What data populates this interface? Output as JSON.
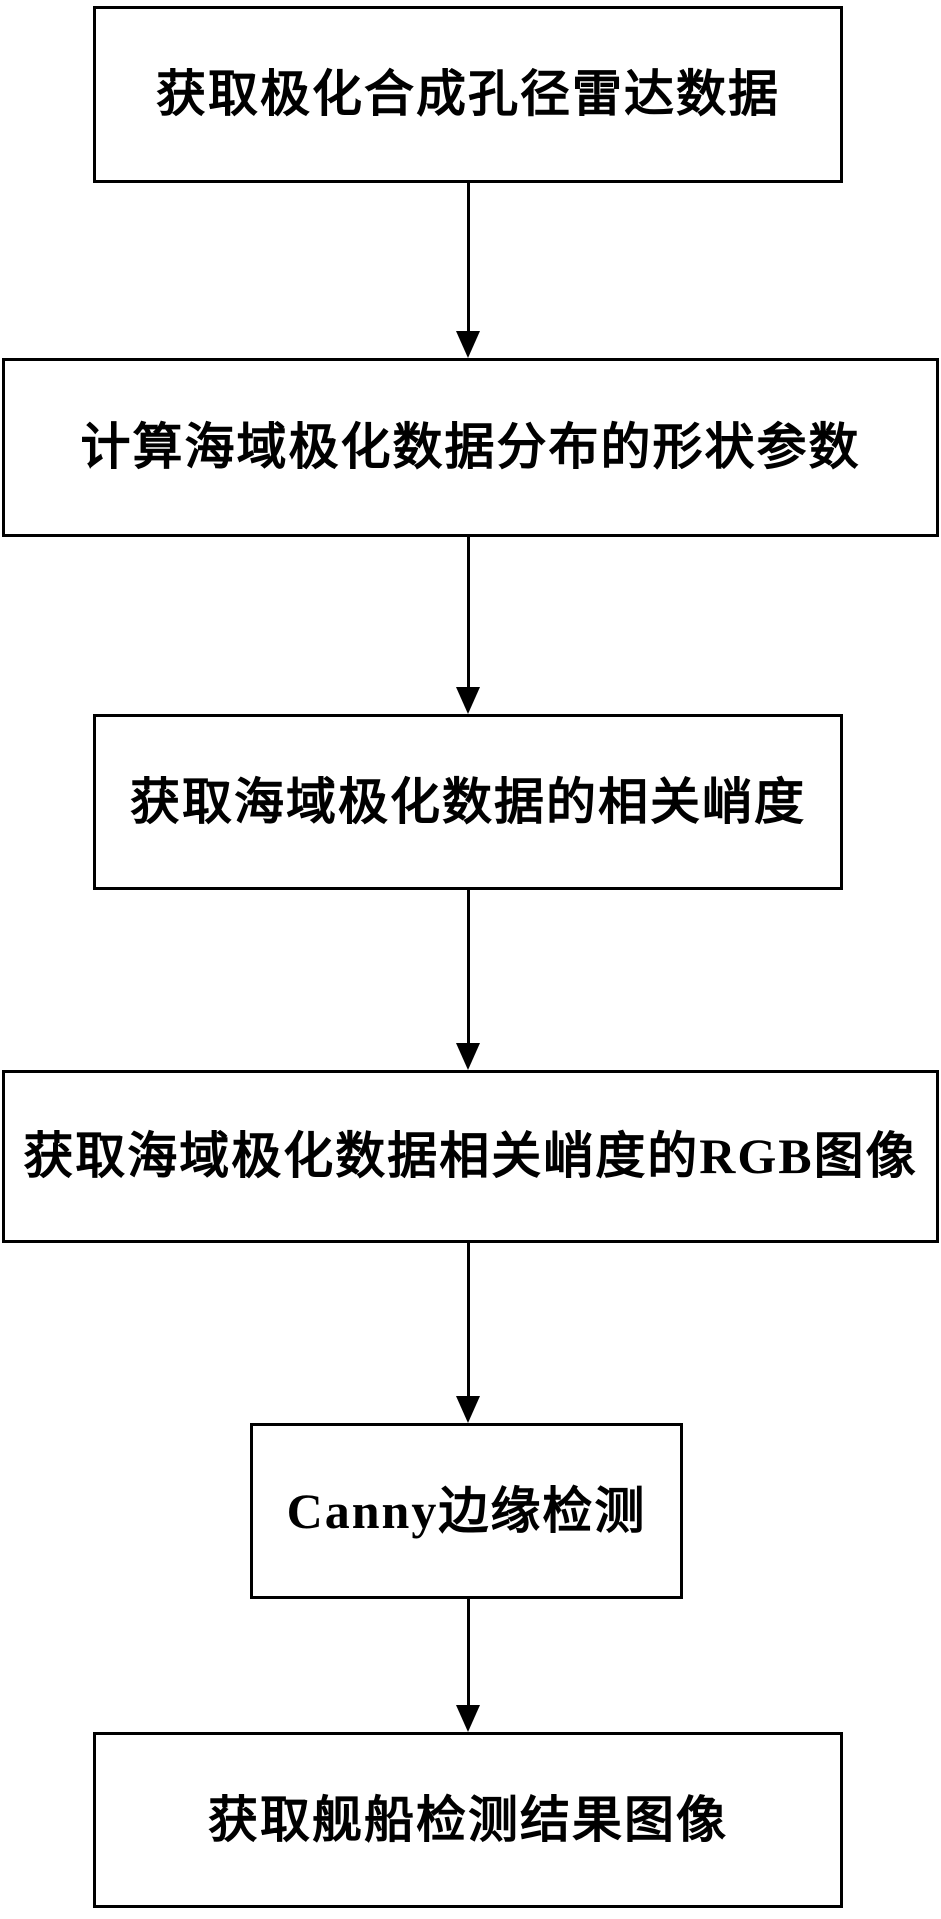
{
  "diagram": {
    "type": "flowchart",
    "background_color": "#ffffff",
    "line_color": "#000000",
    "text_color": "#000000",
    "nodes": [
      {
        "id": "step-1",
        "label": "获取极化合成孔径雷达数据"
      },
      {
        "id": "step-2",
        "label": "计算海域极化数据分布的形状参数"
      },
      {
        "id": "step-3",
        "label": "获取海域极化数据的相关峭度"
      },
      {
        "id": "step-4",
        "label": "获取海域极化数据相关峭度的RGB图像"
      },
      {
        "id": "step-5",
        "label": "Canny边缘检测"
      },
      {
        "id": "step-6",
        "label": "获取舰船检测结果图像"
      }
    ],
    "edges": [
      {
        "from": "step-1",
        "to": "step-2",
        "style": "arrow-down"
      },
      {
        "from": "step-2",
        "to": "step-3",
        "style": "arrow-down"
      },
      {
        "from": "step-3",
        "to": "step-4",
        "style": "arrow-down"
      },
      {
        "from": "step-4",
        "to": "step-5",
        "style": "arrow-down"
      },
      {
        "from": "step-5",
        "to": "step-6",
        "style": "arrow-down"
      }
    ]
  }
}
